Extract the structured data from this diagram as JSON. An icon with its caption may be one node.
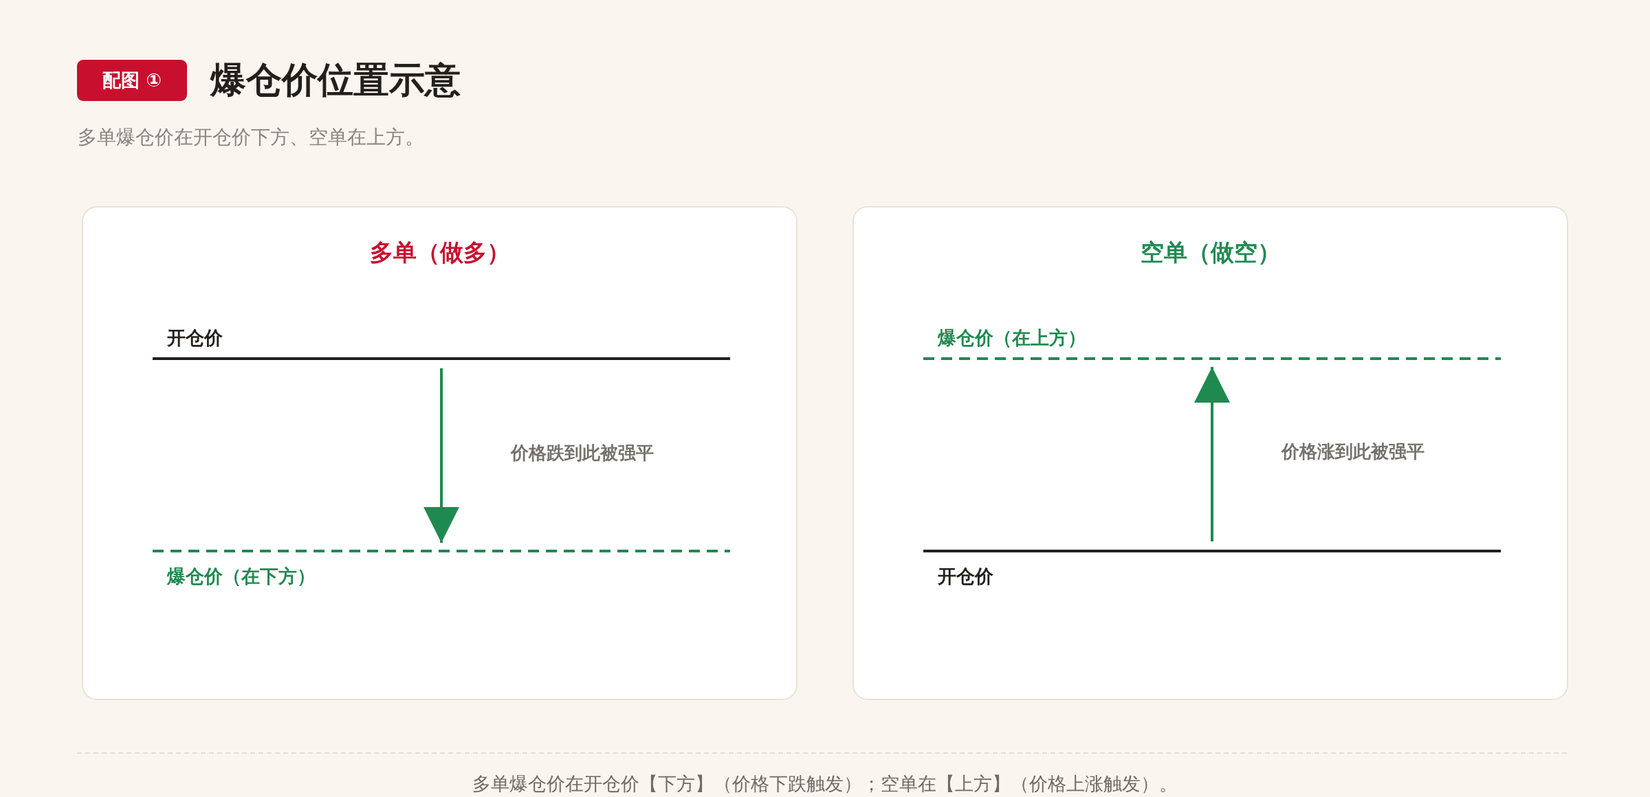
{
  "diagram": {
    "title": "爆仓价位置示意",
    "caption": "多单爆仓价在开仓价【下方】（价格下跌触发）；空单在【上方】（价格上涨触发）。",
    "nodes": [
      {
        "text": [
          "配图 ①"
        ]
      },
      {
        "text": [
          "多单（做多）"
        ]
      },
      {
        "text": [
          "开仓价"
        ],
        "in": 1
      },
      {
        "text": [
          "爆仓价（在下方）"
        ],
        "in": 1
      },
      {
        "text": [
          "空单（做空）"
        ]
      },
      {
        "text": [
          "爆仓价（在上方）"
        ],
        "in": 4
      },
      {
        "text": [
          "开仓价"
        ],
        "in": 4
      }
    ],
    "edges": [
      {
        "from": 2,
        "to": 3,
        "arrow": "to",
        "label": "价格跌到此被强平"
      },
      {
        "from": 6,
        "to": 5,
        "arrow": "to",
        "label": "价格涨到此被强平"
      }
    ],
    "labels": [
      "多单爆仓价在开仓价下方、空单在上方。"
    ]
  }
}
